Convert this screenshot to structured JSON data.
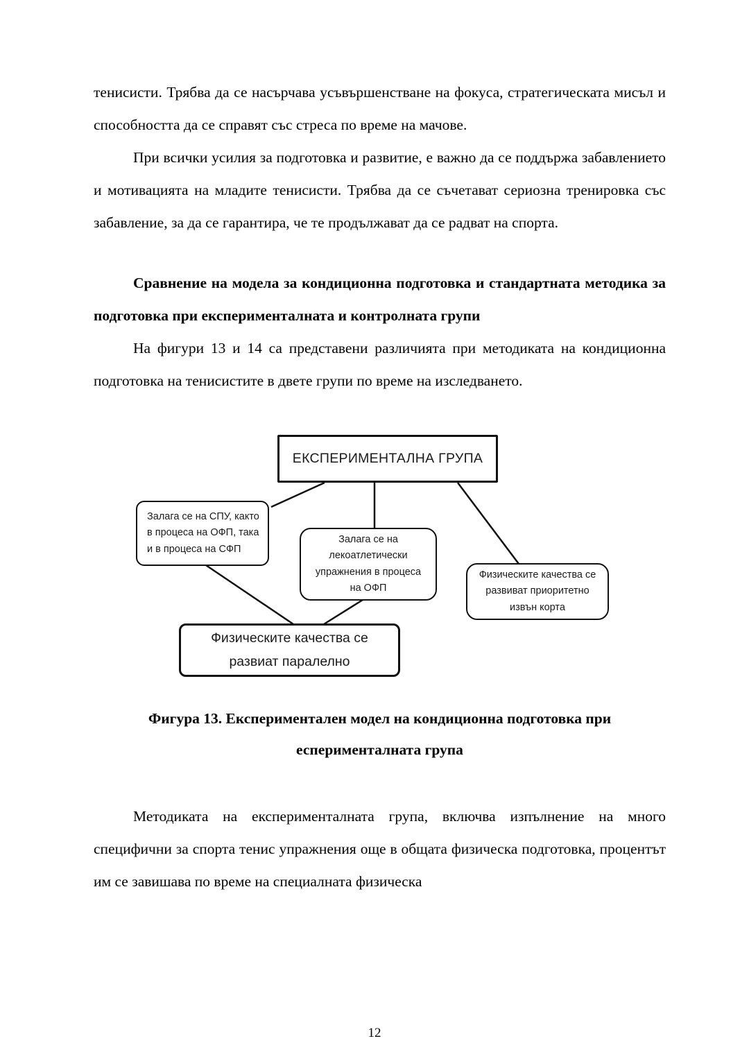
{
  "paragraphs": {
    "p1": "тенисисти. Трябва да се насърчава усъвършенстване на фокуса, стратегическата мисъл и способността да се справят със стреса по време на мачове.",
    "p2": "При всички усилия за подготовка и развитие, е важно да се поддържа забавлението и мотивацията на младите тенисисти. Трябва да се съчетават сериозна тренировка със забавление, за да се гарантира, че те продължават да се радват на спорта.",
    "heading": "Сравнение на модела за кондиционна подготовка и стандартната методика за подготовка при експерименталната и контролната групи",
    "p3": "На фигури 13 и 14 са представени различията при методиката на кондиционна подготовка на тенисистите в двете групи по време на изследването.",
    "p4": "Методиката на експерименталната група, включва изпълнение на много специфични за спорта тенис упражнения още в общата физическа подготовка, процентът им се завишава по време на специалната физическа"
  },
  "figure": {
    "caption": "Фигура 13. Експериментален модел на кондиционна подготовка при есперименталната група",
    "diagram": {
      "top_box": "ЕКСПЕРИМЕНТАЛНА ГРУПА",
      "left_box": "Залага се на СПУ, както\nв процеса на ОФП, така\nи в процеса на СФП",
      "middle_box": "Залага се на\nлекоатлетически\nупражнения в процеса\nна ОФП",
      "right_box": "Физическите качества се\nразвиват приоритетно\nизвън корта",
      "bottom_box": "Физическите качества се\nразвиат паралелно"
    }
  },
  "page": {
    "number": "12"
  }
}
